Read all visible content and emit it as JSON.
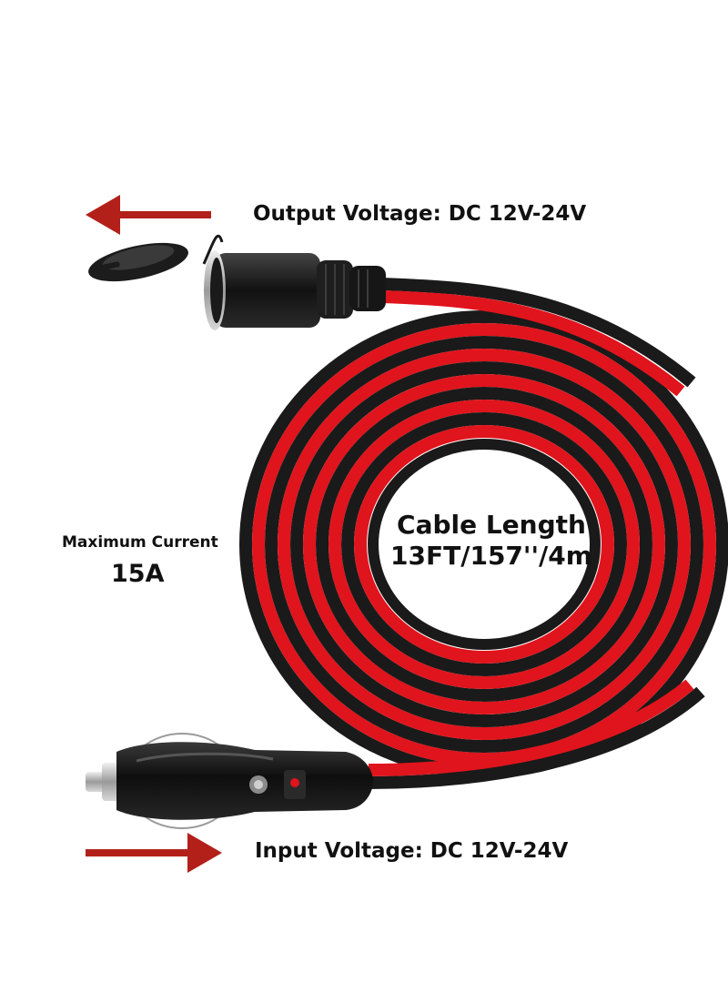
{
  "labels": {
    "output_voltage": "Output Voltage: DC 12V-24V",
    "input_voltage": "Input Voltage: DC 12V-24V",
    "max_current_label": "Maximum Current",
    "max_current_value": "15A",
    "cable_length_label": "Cable Length",
    "cable_length_value": "13FT/157''/4m"
  },
  "colors": {
    "arrow": "#b3201a",
    "wire_red": "#e0141c",
    "wire_black": "#1a1a1a",
    "plug_body": "#141414",
    "background": "#ffffff"
  },
  "icons": {
    "output_arrow": "arrow-left-icon",
    "input_arrow": "arrow-right-icon",
    "socket": "cigarette-lighter-socket-icon",
    "plug": "cigarette-lighter-plug-icon"
  }
}
